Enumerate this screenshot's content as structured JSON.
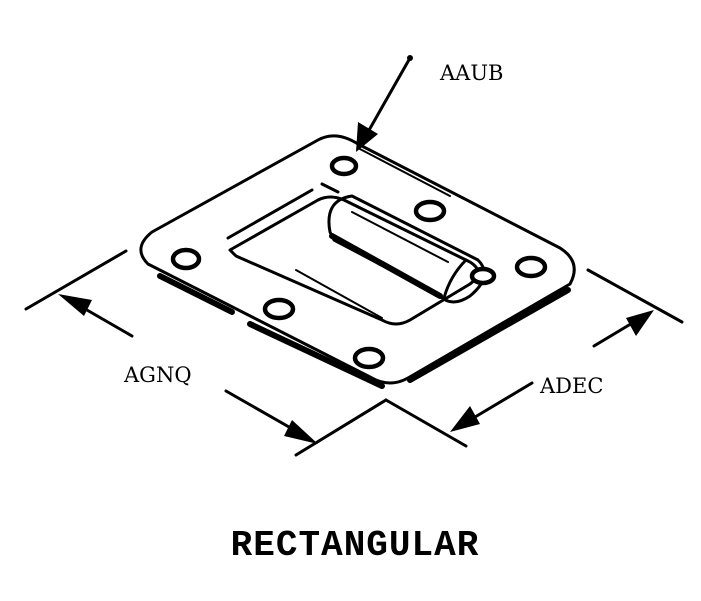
{
  "callouts": {
    "top": "AAUB",
    "left": "AGNQ",
    "right": "ADEC"
  },
  "title": "RECTANGULAR",
  "colors": {
    "ink": "#000000",
    "background": "#ffffff"
  }
}
